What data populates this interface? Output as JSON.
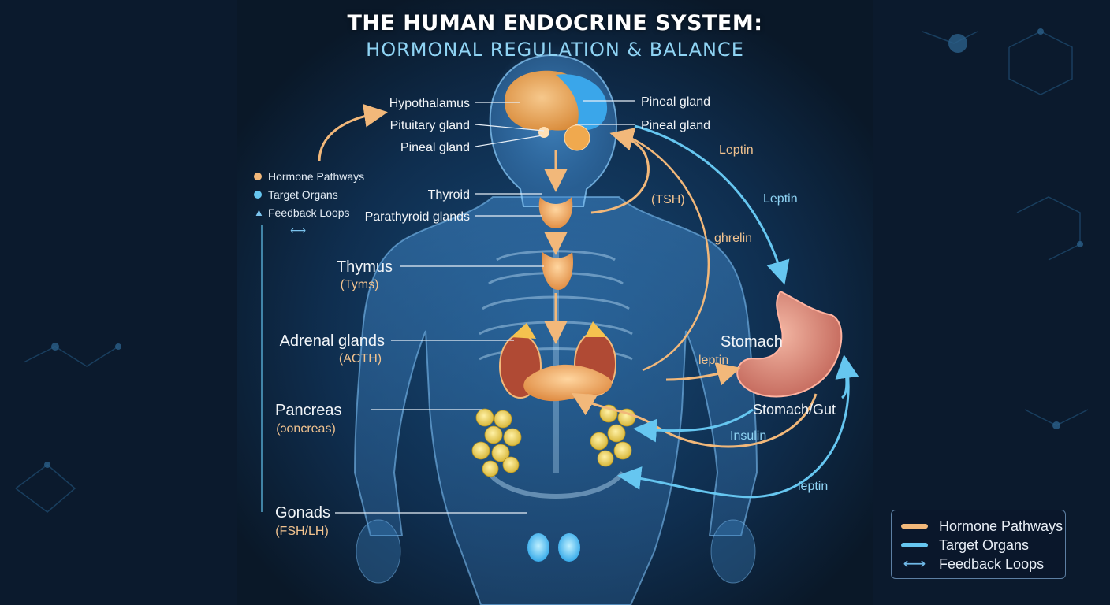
{
  "header": {
    "title": "THE HUMAN ENDOCRINE SYSTEM:",
    "subtitle": "HORMONAL REGULATION & BALANCE"
  },
  "labels_left": [
    {
      "name": "Hypothalamus"
    },
    {
      "name": "Pituitary gland"
    },
    {
      "name": "Pineal gland"
    },
    {
      "name": "Thyroid"
    },
    {
      "name": "Parathyroid glands"
    },
    {
      "name": "Thymus",
      "sub": "(Tyms)"
    },
    {
      "name": "Adrenal glands",
      "sub": "(ACTH)"
    },
    {
      "name": "Pancreas",
      "sub": "(ɔoncreas)"
    },
    {
      "name": "Gonads",
      "sub": "(FSH/LH)"
    }
  ],
  "labels_right": [
    {
      "name": "Pineal gland"
    },
    {
      "name": "Pineal gland"
    },
    {
      "name": "Stomach"
    },
    {
      "name": "Stomach/Gut"
    }
  ],
  "hormone_labels": [
    "Leptin",
    "Leptin",
    "(TSH)",
    "ghrelin",
    "leptin",
    "Insulin",
    "leptin"
  ],
  "mini_legend": {
    "items": [
      "Hormone Pathways",
      "Target Organs",
      "Feedback Loops"
    ]
  },
  "legend": {
    "items": [
      "Hormone Pathways",
      "Target Organs",
      "Feedback Loops"
    ]
  },
  "colors": {
    "background": "#0b1a2d",
    "hormone": "#f2b87a",
    "target": "#66c6f0",
    "feedback": "#6fb8e6",
    "text": "#f2f5f8",
    "sublabel": "#f2c38f"
  }
}
